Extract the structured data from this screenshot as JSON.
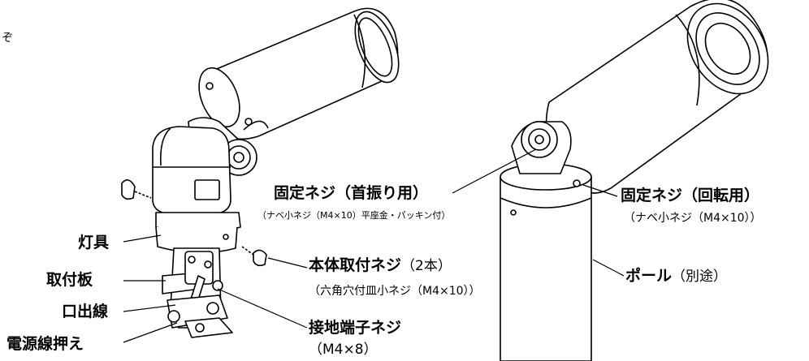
{
  "left_labels": {
    "lamp": "灯具",
    "mount_plate": "取付板",
    "outlet_wire": "口出線",
    "power_clamp": "電源線押え"
  },
  "center_labels": {
    "fix_screw_tilt": "固定ネジ（首振り用）",
    "fix_screw_tilt_sub": "（ナベ小ネジ（M4×10）平座金・パッキン付）",
    "body_screw": "本体取付ネジ",
    "body_screw_qty": "（2本）",
    "body_screw_sub": "（六角穴付皿小ネジ（M4×10））",
    "ground_screw": "接地端子ネジ",
    "ground_screw_sub": "（M4×8）"
  },
  "right_labels": {
    "fix_screw_rot": "固定ネジ（回転用）",
    "fix_screw_rot_sub": "（ナベ小ネジ（M4×10））",
    "pole": "ポール",
    "pole_sub": "（別途）"
  },
  "edge_mark": "ぞ",
  "line_color": "#000000"
}
